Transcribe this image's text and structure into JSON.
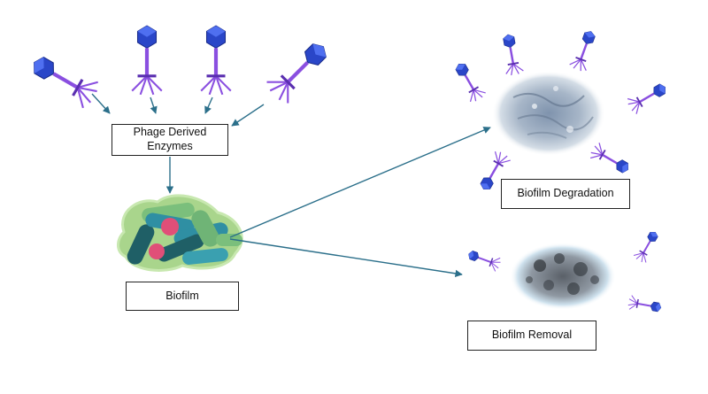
{
  "labels": {
    "enzymes": "Phage Derived Enzymes",
    "biofilm": "Biofilm",
    "degradation": "Biofilm Degradation",
    "removal": "Biofilm Removal"
  },
  "colors": {
    "arrow": "#2b6f8a",
    "phage_head": "#2a46c8",
    "phage_tail": "#8a4fe0",
    "biofilm_matrix": "#a9d58c",
    "rod_teal": "#2f8fa3",
    "rod_dark": "#1f5f66",
    "coccus": "#e04f78",
    "degraded_film": "#9fb0c4",
    "removed_film": "#4a4f55"
  },
  "icons": [
    "bacteriophage-icon",
    "bacteria-biofilm-icon",
    "degraded-biofilm-icon",
    "removed-biofilm-icon"
  ]
}
